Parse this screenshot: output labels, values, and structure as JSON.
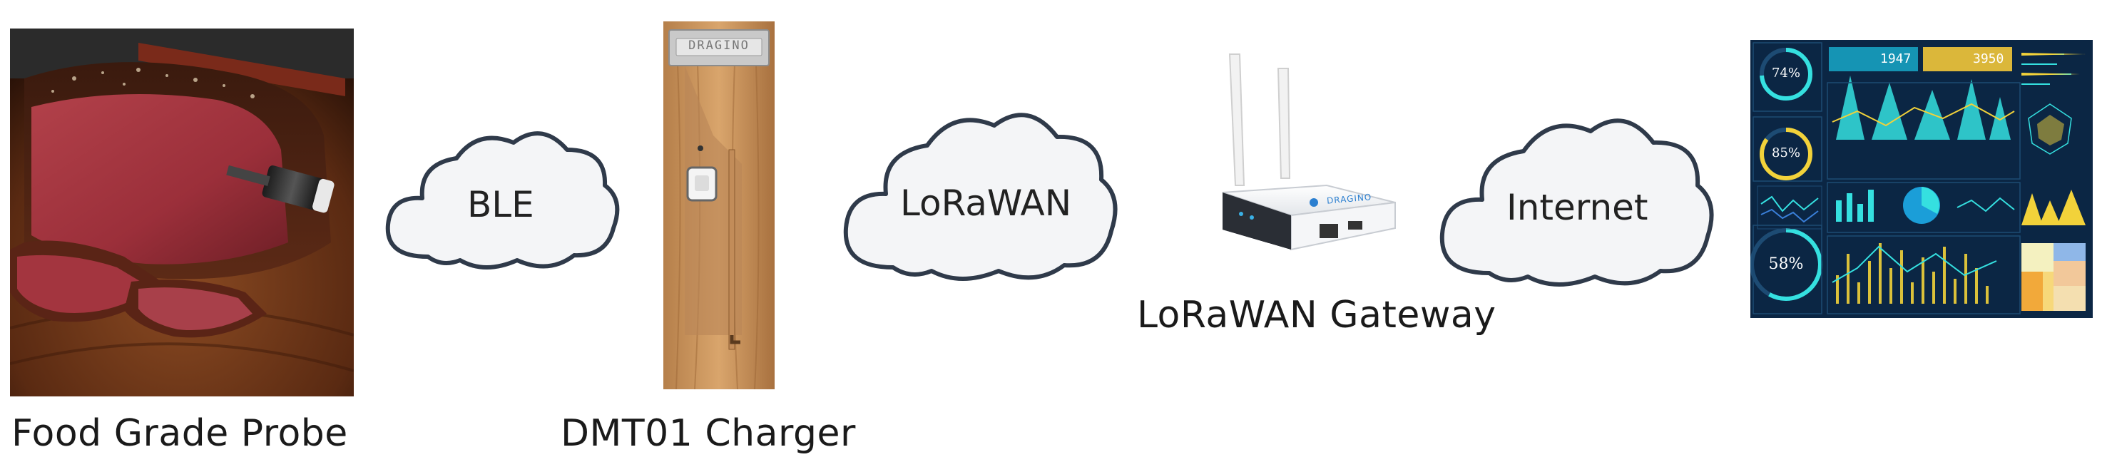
{
  "nodes": {
    "probe": {
      "caption": "Food Grade Probe"
    },
    "charger": {
      "caption": "DMT01 Charger",
      "brand": "DRAGINO"
    },
    "gateway": {
      "caption": "LoRaWAN Gateway",
      "brand": "DRAGINO"
    },
    "dashboard": {
      "gauges": [
        "74%",
        "85%",
        "58%"
      ],
      "stat_1": "1947",
      "stat_2": "3950"
    }
  },
  "links": {
    "ble": "BLE",
    "lorawan": "LoRaWAN",
    "internet": "Internet"
  },
  "colors": {
    "cloud_fill": "#f4f5f7",
    "cloud_stroke": "#2f3a4a",
    "wood": "#c8935c",
    "dashboard_bg": "#0d2a4a",
    "dashboard_accent": "#35e0e0",
    "dashboard_yellow": "#f2d23a"
  }
}
